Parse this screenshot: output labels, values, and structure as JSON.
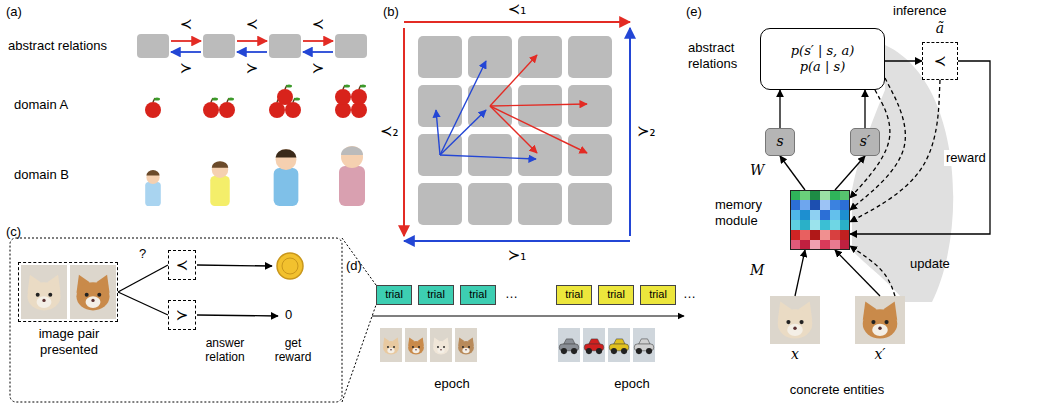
{
  "diagram": {
    "nodes": [
      {
        "text": [
          "image pair presented"
        ]
      },
      {
        "text": [
          "≺"
        ]
      },
      {
        "text": [
          "≻"
        ]
      },
      {
        "text": [
          "trial"
        ]
      },
      {
        "text": [
          "trial"
        ]
      },
      {
        "text": [
          "trial"
        ]
      },
      {
        "text": [
          "trial"
        ]
      },
      {
        "text": [
          "trial"
        ]
      },
      {
        "text": [
          "trial"
        ]
      },
      {
        "text": [
          "p(s′ | s, a)",
          "p(a | s)"
        ]
      },
      {
        "text": [
          "≺"
        ]
      },
      {
        "text": [
          "s"
        ]
      },
      {
        "text": [
          "s′"
        ]
      },
      {
        "text": [
          "memory module"
        ]
      },
      {
        "text": [
          "x"
        ]
      },
      {
        "text": [
          "x′"
        ]
      }
    ],
    "edges": [
      {
        "from": 0,
        "to": 1,
        "arrow": "none"
      },
      {
        "from": 0,
        "to": 2,
        "arrow": "none"
      },
      {
        "from": 14,
        "to": 13,
        "arrow": "to"
      },
      {
        "from": 15,
        "to": 13,
        "arrow": "to"
      },
      {
        "from": 13,
        "to": 11,
        "arrow": "to"
      },
      {
        "from": 13,
        "to": 12,
        "arrow": "to"
      },
      {
        "from": 11,
        "to": 9,
        "arrow": "to"
      },
      {
        "from": 12,
        "to": 9,
        "arrow": "to"
      },
      {
        "from": 9,
        "to": 10,
        "arrow": "to"
      },
      {
        "from": 10,
        "to": 13,
        "label": "reward",
        "arrow": "to"
      },
      {
        "from": 9,
        "to": 13,
        "arrow": "to"
      },
      {
        "from": 9,
        "to": 13,
        "arrow": "to"
      },
      {
        "from": 10,
        "to": 13,
        "arrow": "to"
      },
      {
        "from": 15,
        "to": 13,
        "arrow": "to"
      }
    ],
    "labels": [
      "(a)",
      "abstract relations",
      "domain A",
      "domain B",
      "≺",
      "≺",
      "≺",
      "≻",
      "≻",
      "≻",
      "(b)",
      "≺₁",
      "≺₂",
      "≻₂",
      "≻₁",
      "(c)",
      "?",
      "answer relation",
      "get reward",
      "0",
      "(d)",
      "…",
      "…",
      "epoch",
      "epoch",
      "(e)",
      "inference",
      "ã",
      "abstract relations",
      "W",
      "M",
      "update",
      "concrete entities"
    ]
  }
}
